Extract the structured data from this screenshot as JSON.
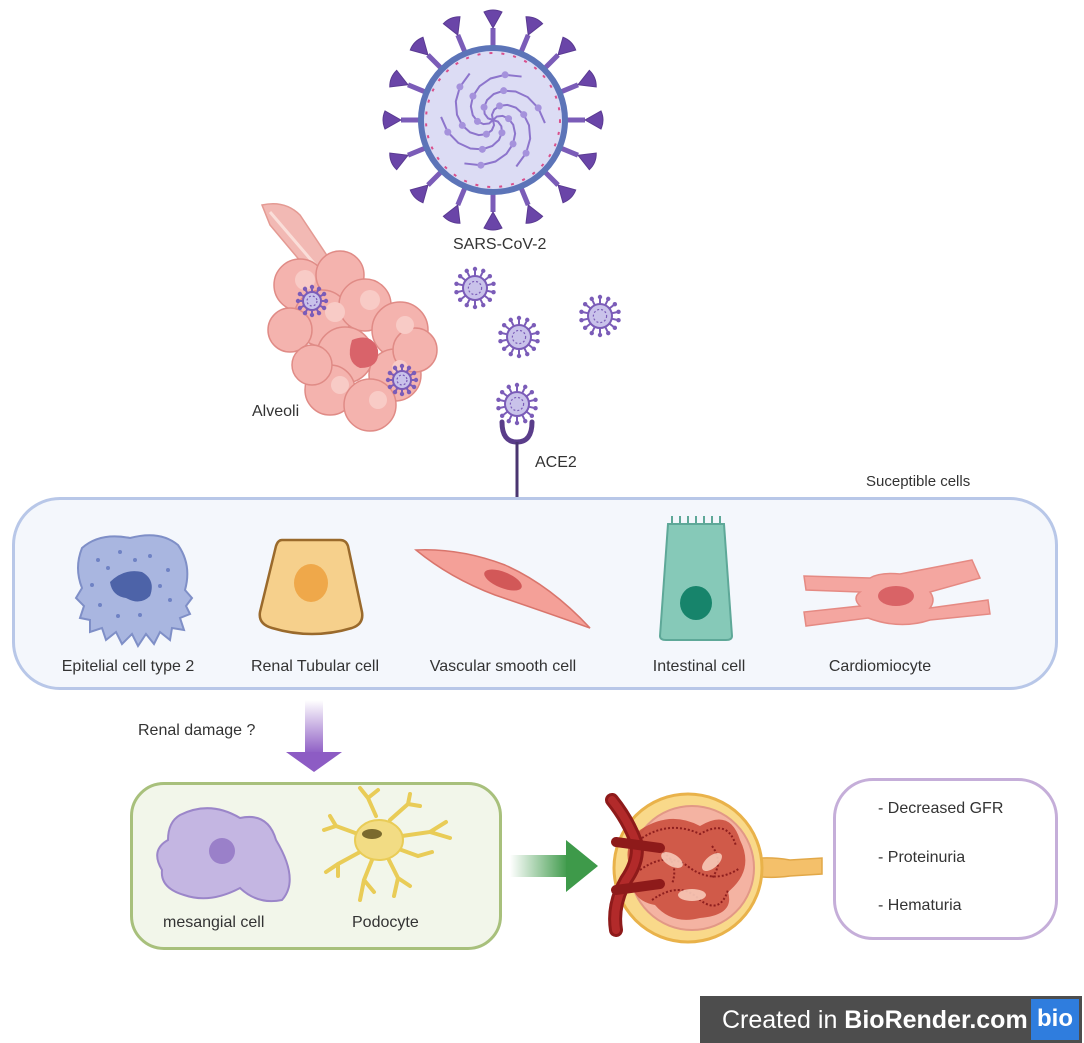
{
  "labels": {
    "virus": "SARS-CoV-2",
    "alveoli": "Alveoli",
    "receptor": "ACE2",
    "susceptible": "Suceptible cells",
    "renal_damage": "Renal damage ?"
  },
  "susceptible_cells": [
    "Epitelial cell type 2",
    "Renal Tubular cell",
    "Vascular smooth cell",
    "Intestinal cell",
    "Cardiomiocyte"
  ],
  "glomerular_cells": [
    "mesangial cell",
    "Podocyte"
  ],
  "symptoms": [
    "- Decreased GFR",
    "- Proteinuria",
    "- Hematuria"
  ],
  "footer": {
    "prefix": "Created in ",
    "brand": "BioRender.com",
    "logo": "bio"
  },
  "colors": {
    "virus": "#7b5cb8",
    "susceptible_border": "#b8c7e8",
    "glomerular_border": "#a8c07c",
    "symptoms_border": "#c5aed9",
    "purple_arrow": "#8d5cc4",
    "green_arrow": "#3e9a4a"
  }
}
